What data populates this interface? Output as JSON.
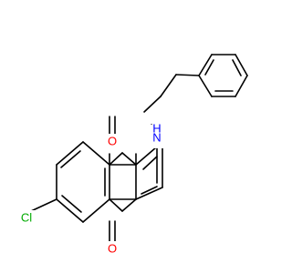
{
  "molecule": {
    "colors": {
      "bond": "#000000",
      "oxygen": "#ff0000",
      "nitrogen": "#0000ff",
      "hydrogen_on_n": "#0000ff",
      "chlorine": "#00aa00"
    },
    "labels": {
      "oxygen_top": "O",
      "oxygen_bottom": "O",
      "nitrogen": "N",
      "nitrogen_h": "H",
      "chlorine": "Cl"
    }
  }
}
